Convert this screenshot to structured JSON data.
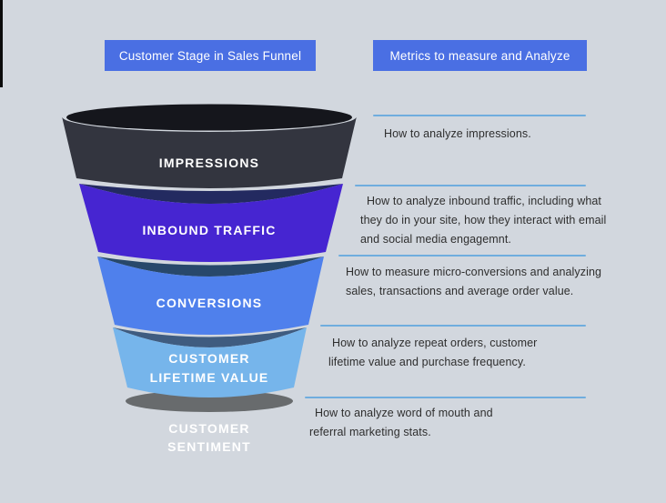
{
  "window": {
    "background": "#d2d7de"
  },
  "header": {
    "stage_button": {
      "label": "Customer Stage in Sales Funnel",
      "color": "#4a6fe3",
      "text_color": "#ffffff"
    },
    "metrics_button": {
      "label": "Metrics to measure and Analyze",
      "color": "#4a6fe3",
      "text_color": "#ffffff"
    }
  },
  "funnel": {
    "shadow_color": "#686b6d",
    "stages": [
      {
        "name": "impressions",
        "color": "#33353f",
        "top_color": "#15161c",
        "lines": [
          "IMPRESSIONS"
        ]
      },
      {
        "name": "inbound-traffic",
        "color": "#4625d1",
        "lip_color": "#232a60",
        "lines": [
          "INBOUND TRAFFIC"
        ]
      },
      {
        "name": "conversions",
        "color": "#4f80ec",
        "lip_color": "#28486b",
        "lines": [
          "CONVERSIONS"
        ]
      },
      {
        "name": "customer-lifetime-value",
        "color": "#76b5eb",
        "lip_color": "#3f5c80",
        "lines": [
          "CUSTOMER",
          "LIFETIME VALUE"
        ]
      },
      {
        "name": "customer-sentiment",
        "color": "#ffffff",
        "lines": [
          "CUSTOMER",
          "SENTIMENT"
        ]
      }
    ]
  },
  "metrics": {
    "divider_color": "#6fadde",
    "rows": [
      {
        "lines": [
          "How to analyze impressions."
        ]
      },
      {
        "lines": [
          "How to analyze inbound traffic, including what",
          "they do in your site, how they interact with email",
          "and social media engagemnt."
        ]
      },
      {
        "lines": [
          "How to measure micro-conversions and analyzing",
          "sales, transactions and average order value."
        ]
      },
      {
        "lines": [
          "How to analyze repeat orders, customer",
          "lifetime value and purchase frequency."
        ]
      },
      {
        "lines": [
          "How to analyze word of mouth and",
          "referral marketing stats."
        ]
      }
    ]
  }
}
